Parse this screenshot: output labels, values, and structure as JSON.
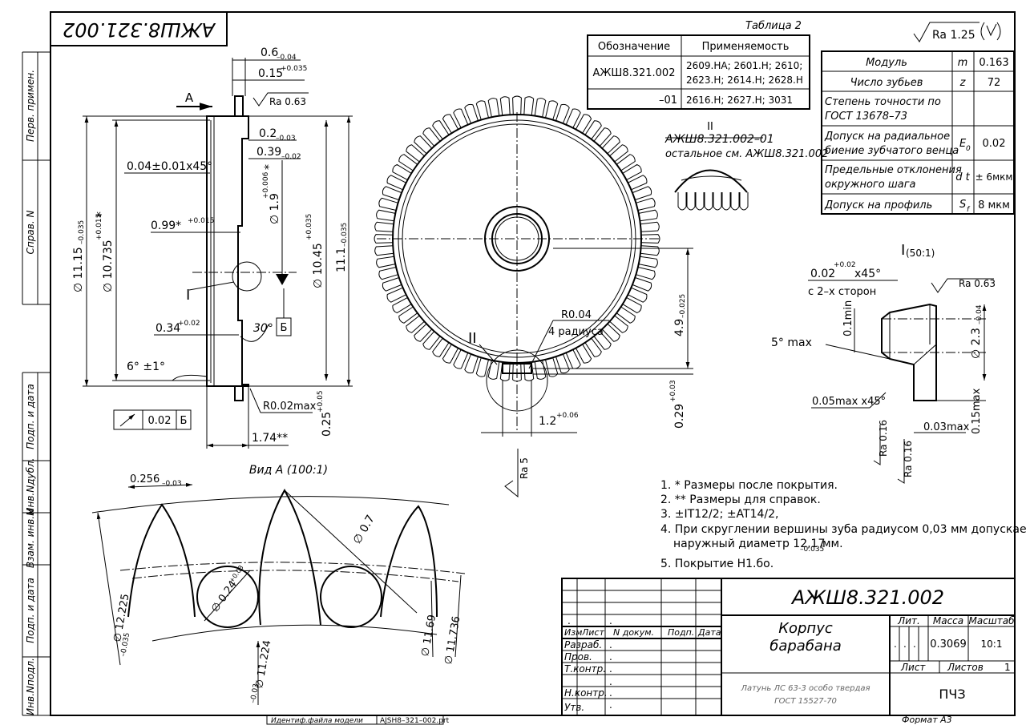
{
  "header": {
    "doc_code_rotated": "АЖШ8.321.002"
  },
  "side_labels": {
    "perv_primen": "Перв. примен.",
    "sprav_n": "Справ. N",
    "podp_data_1": "Подп. и дата",
    "inv_dubl": "Инв.Nдубл.",
    "vzam_inv": "Взам. инв.N",
    "podp_data_2": "Подп. и дата",
    "inv_podl": "Инв.Nподл."
  },
  "table2": {
    "caption": "Таблица 2",
    "col_1": "Обозначение",
    "col_2": "Применяемость",
    "rows": [
      {
        "code": "АЖШ8.321.002",
        "apply_1": "2609.НА; 2601.Н; 2610;",
        "apply_2": "2623.Н; 2614.Н; 2628.Н"
      },
      {
        "code": "–01",
        "apply_1": "2616.Н; 2627.Н; 3031",
        "apply_2": ""
      }
    ]
  },
  "roughness": {
    "general": "Ra 1.25",
    "face": "Ra 0.63",
    "detail": "Ra 0.63",
    "tooth": "Ra 5",
    "r1": "Ra 0.16",
    "r2": "Ra 0.16"
  },
  "gear_params": [
    {
      "name": "Модуль",
      "sym": "m",
      "val": "0.163"
    },
    {
      "name": "Число зубьев",
      "sym": "z",
      "val": "72"
    },
    {
      "name_1": "Степень точности по",
      "name_2": "ГОСТ 13678–73",
      "sym": "",
      "val": ""
    },
    {
      "name_1": "Допуск на радиальное",
      "name_2": "биение зубчатого венца",
      "sym": "E",
      "sub": "0",
      "val": "0.02"
    },
    {
      "name_1": "Предельные отклонения",
      "name_2": "окружного шага",
      "sym": "d t",
      "val": "± 6мкм"
    },
    {
      "name": "Допуск на профиль",
      "sym": "S",
      "sub": "f",
      "val": "8 мкм"
    }
  ],
  "variant": {
    "roman": "II",
    "line_1": "АЖШ8.321.002–01",
    "line_2": "остальное см. АЖШ8.321.002"
  },
  "section_view": {
    "arrow_label": "А",
    "d_0_6": "0.6",
    "t_0_6": "–0.04",
    "d_0_15": "0.15",
    "t_0_15": "+0.035",
    "d_0_2": "0.2",
    "t_0_2": "–0.03",
    "d_0_39": "0.39",
    "t_0_39": "–0.02",
    "chamfer": "0.04±0.01x45°",
    "d_1_9": "∅ 1.9",
    "t_1_9": "+0.006",
    "d_0_99": "0.99*",
    "t_0_99": "+0.015",
    "d_10_45": "∅ 10.45",
    "t_10_45": "+0.035",
    "d_11_1": "11.1",
    "t_11_1": "–0.035",
    "d_11_15": "∅ 11.15",
    "t_11_15": "–0.035",
    "d_10_735": "∅ 10.735",
    "t_10_735": "+0.011",
    "star": "*",
    "callout_1": "I",
    "d_0_34": "0.34",
    "t_0_34": "+0.02",
    "angle_30": "30°",
    "datum": "Б",
    "angle_6": "6° ±1°",
    "runout_val": "0.02",
    "runout_datum": "Б",
    "r_002": "R0.02max",
    "d_0_25": "0.25",
    "t_0_25": "+0.05",
    "d_1_74": "1.74**"
  },
  "main_view": {
    "r_label_1": "R0.04",
    "r_label_2": "4 радиуса",
    "callout_2": "II",
    "d_4_9": "4.9",
    "t_4_9": "–0.025",
    "d_0_29": "0.29",
    "t_0_29": "+0.03",
    "d_1_2": "1.2",
    "t_1_2": "+0.06"
  },
  "detail_1": {
    "title": "I",
    "scale": "(50:1)",
    "chamfer_a": "0.02",
    "chamfer_t": "+0.02",
    "chamfer_b": "x45°",
    "both_sides": "с 2–х сторон",
    "min": "0.1min",
    "angle": "5° max",
    "d_2_3": "∅ 2.3",
    "t_2_3": "–0.04",
    "c_005": "0.05max x45°",
    "d_003": "0.03max",
    "d_015": "0.15max"
  },
  "view_a": {
    "title": "Вид А (100:1)",
    "w": "0.256",
    "w_t": "–0.03",
    "d_0_7": "∅ 0.7",
    "d_0_24": "∅ 0.24",
    "d_0_24_t": "+0.03",
    "d_12_225": "∅ 12.225",
    "d_12_225_t": "–0.035",
    "d_11_224": "∅ 11.224",
    "d_11_224_t": "–0.03",
    "d_11_69": "∅ 11.69",
    "d_11_736": "∅ 11.736"
  },
  "notes": [
    "1. * Размеры после покрытия.",
    "2. ** Размеры для справок.",
    "3. ±IT12/2; ±AT14/2,",
    "4. При скруглении вершины зуба радиусом 0,03 мм допускается",
    "наружный диаметр 12,17",
    "–0.035",
    " мм.",
    "5. Покрытие Н1.бо."
  ],
  "title_block": {
    "code": "АЖШ8.321.002",
    "name_1": "Корпус",
    "name_2": "барабана",
    "lit": "Лит.",
    "mass": "Масса",
    "scale": "Масштаб",
    "mass_val": "0.3069",
    "scale_val": "10:1",
    "sheet": "Лист",
    "sheets": "Листов",
    "sheets_val": "1",
    "org": "ПЧЗ",
    "material_1": "Латунь ЛС 63-3 особо твердая",
    "material_2": "ГОСТ 15527-70",
    "labels": [
      "Изм",
      "Лист",
      "N докум.",
      "Подп.",
      "Дата"
    ],
    "roles": [
      "Разраб.",
      "Пров.",
      "Т.контр.",
      "Н.контр.",
      "Утв."
    ],
    "dot": "."
  },
  "footer": {
    "id_label": "Идентиф.файла модели",
    "id_value": "AJSH8–321–002.prt",
    "format": "Формат А3"
  }
}
